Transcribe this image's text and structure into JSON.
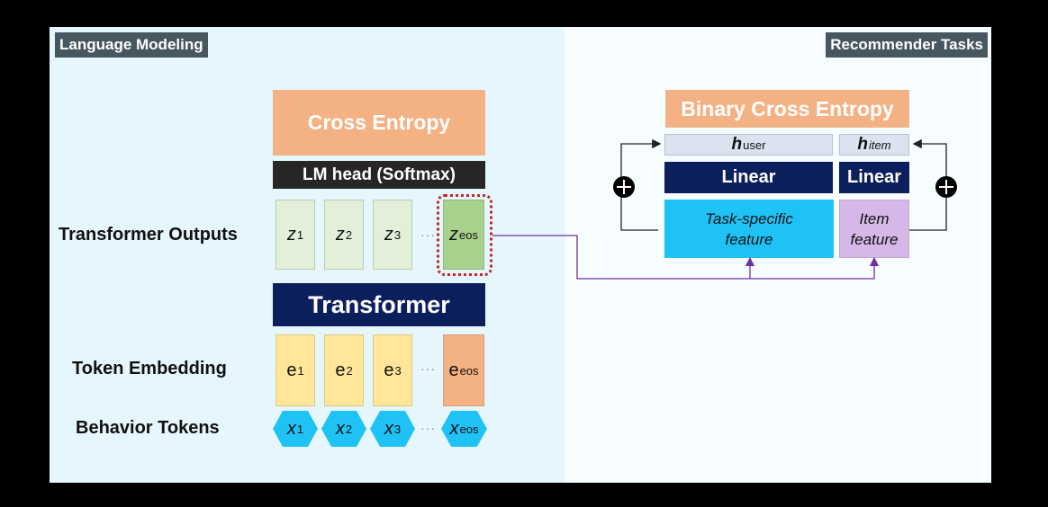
{
  "sections": {
    "language_modeling": "Language Modeling",
    "recommender_tasks": "Recommender Tasks"
  },
  "lm": {
    "cross_entropy": "Cross Entropy",
    "lm_head": "LM head (Softmax)",
    "transformer": "Transformer",
    "row_labels": {
      "outputs": "Transformer Outputs",
      "embedding": "Token Embedding",
      "tokens": "Behavior Tokens"
    },
    "outputs": [
      {
        "base": "z",
        "sub": "1"
      },
      {
        "base": "z",
        "sub": "2"
      },
      {
        "base": "z",
        "sub": "3"
      },
      {
        "base": "z",
        "sub": "eos"
      }
    ],
    "embeddings": [
      {
        "base": "e",
        "sub": "1"
      },
      {
        "base": "e",
        "sub": "2"
      },
      {
        "base": "e",
        "sub": "3"
      },
      {
        "base": "e",
        "sub": "eos"
      }
    ],
    "tokens": [
      {
        "base": "x",
        "sub": "1"
      },
      {
        "base": "x",
        "sub": "2"
      },
      {
        "base": "x",
        "sub": "3"
      },
      {
        "base": "x",
        "sub": "eos"
      }
    ],
    "ellipsis": "···"
  },
  "rec": {
    "bce": "Binary Cross Entropy",
    "h_user": {
      "base": "h",
      "sub": "user"
    },
    "h_item": {
      "base": "h",
      "sub": "item"
    },
    "linear_user": "Linear",
    "linear_item": "Linear",
    "task_feature": [
      "Task-specific",
      "feature"
    ],
    "item_feature": [
      "Item",
      "feature"
    ]
  },
  "colors": {
    "cross_entropy": "#f4b183",
    "transformer": "#0b1f5c",
    "z_box": "#e2f0d9",
    "z_eos": "#a9d18e",
    "e_box": "#ffe699",
    "token_hex": "#1ec2f5",
    "item_feature": "#d5b8e8",
    "connector": "#7030a0",
    "eos_highlight": "#c0272d"
  }
}
